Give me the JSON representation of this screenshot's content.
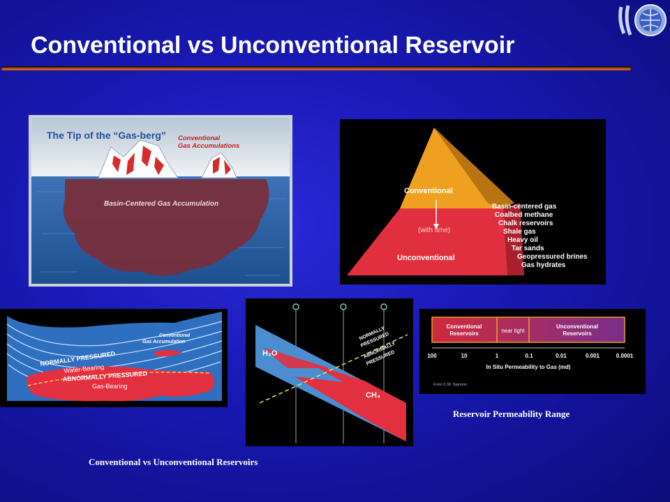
{
  "slide": {
    "title": "Conventional vs Unconventional Reservoir"
  },
  "colors": {
    "title_rule": "#e06a28",
    "conventional": "#f0a020",
    "unconventional": "#e03040",
    "ocean": "#2d62a8"
  },
  "iceberg": {
    "heading": "The Tip of the “Gas-berg”",
    "label_top_line1": "Conventional",
    "label_top_line2": "Gas Accumulations",
    "label_under": "Basin-Centered Gas Accumulation"
  },
  "pyramid": {
    "top_label": "Conventional",
    "middle_label": "(with time)",
    "bottom_label": "Unconventional",
    "list": [
      "Basin-centered gas",
      "Coalbed methane",
      "Chalk reservoirs",
      "Shale gas",
      "Heavy oil",
      "Tar sands",
      "Geopressured brines",
      "Gas hydrates"
    ]
  },
  "basin": {
    "label_normal": "NORMALLY PRESSURED",
    "label_water": "Water-Bearing",
    "label_conv_line1": "Conventional",
    "label_conv_line2": "Gas Accumulation",
    "label_abnormal": "ABNORMALLY PRESSURED",
    "label_gas": "Gas-Bearing"
  },
  "cross_section": {
    "h2o": "H₂O",
    "ch4": "CH₄",
    "normally_line1": "NORMALLY",
    "normally_line2": "PRESSURED",
    "abnormally_line1": "ABNORMALLY",
    "abnormally_line2": "PRESSURED"
  },
  "permeability": {
    "conventional_line1": "Conventional",
    "conventional_line2": "Reservoirs",
    "near_tight": "near tight",
    "unconventional_line1": "Unconventional",
    "unconventional_line2": "Reservoirs",
    "ticks": [
      "100",
      "10",
      "1",
      "0.1",
      "0.01",
      "0.001",
      "0.0001"
    ],
    "axis_label": "In Situ Permeability to Gas (md)",
    "source": "From C.W. Spencer"
  },
  "captions": {
    "permeability": "Reservoir Permeability Range",
    "reservoirs": "Conventional vs Unconventional Reservoirs"
  }
}
